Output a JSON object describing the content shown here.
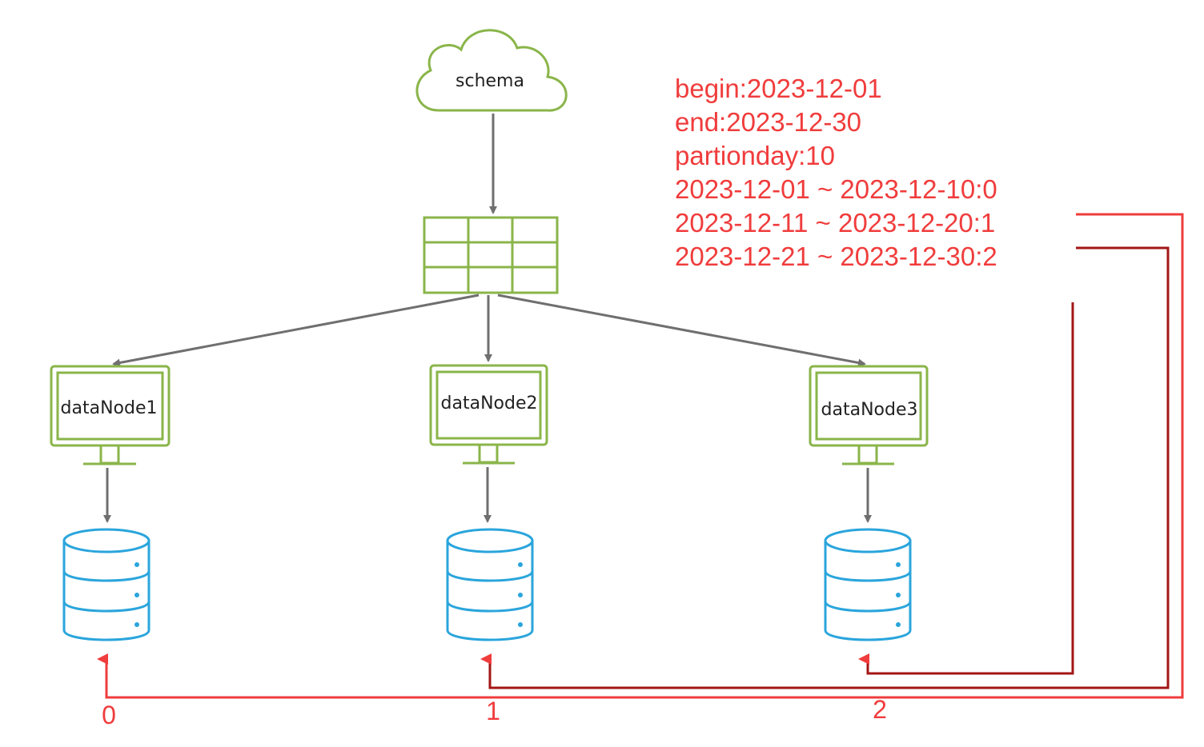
{
  "schema": {
    "label": "schema"
  },
  "nodes": [
    {
      "label": "dataNode1",
      "index": "0"
    },
    {
      "label": "dataNode2",
      "index": "1"
    },
    {
      "label": "dataNode3",
      "index": "2"
    }
  ],
  "note": {
    "lines": [
      "begin:2023-12-01",
      "end:2023-12-30",
      "partionday:10",
      "2023-12-01 ~ 2023-12-10:0",
      "2023-12-11 ~ 2023-12-20:1",
      "2023-12-21 ~ 2023-12-30:2"
    ]
  },
  "colors": {
    "green": "#8ab54a",
    "gray": "#6f6f6f",
    "blue": "#2aa5dc",
    "red": "#f03c3c",
    "dark_red": "#a31515"
  }
}
